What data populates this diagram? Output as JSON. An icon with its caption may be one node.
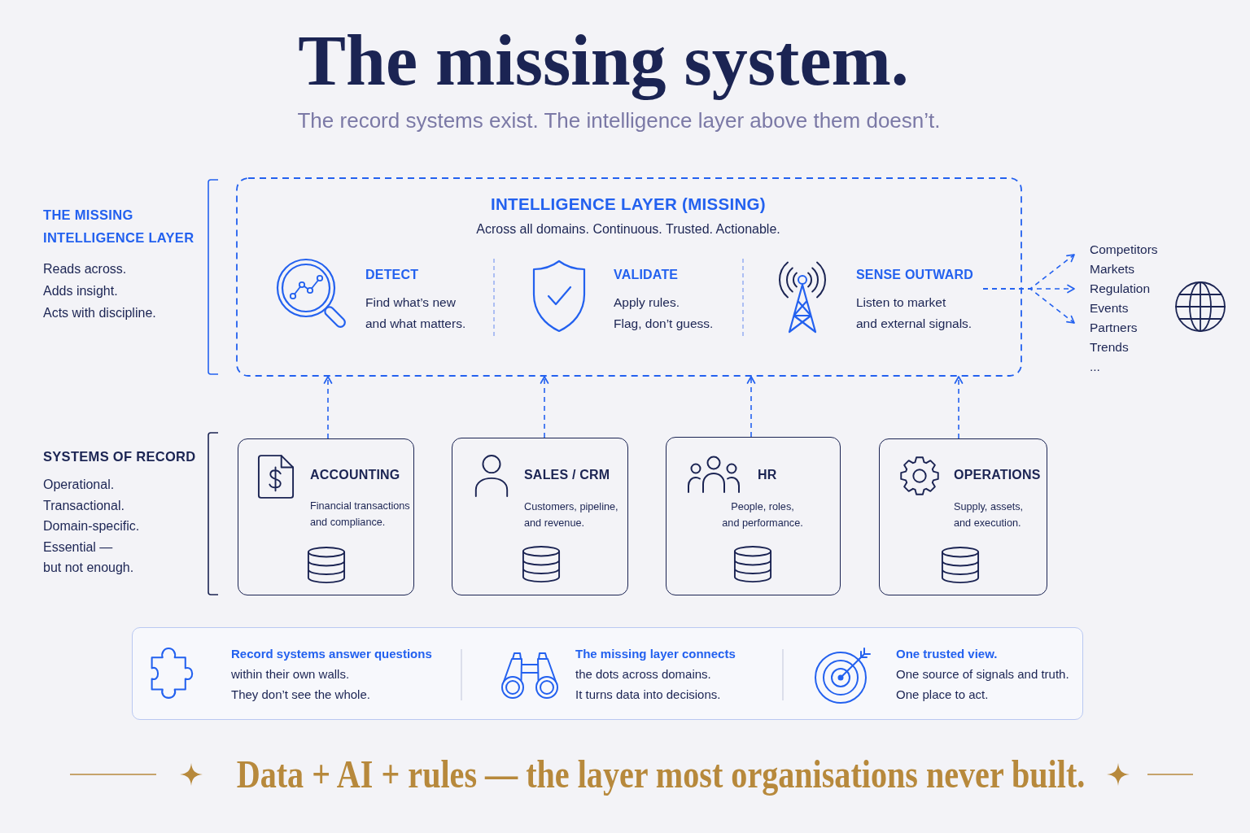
{
  "diagram": {
    "title": "The missing system.",
    "caption": "Data + AI + rules — the layer most organisations never built.",
    "nodes": [
      {
        "text": [
          "INTELLIGENCE LAYER (MISSING)",
          "Across all domains. Continuous. Trusted. Actionable."
        ]
      },
      {
        "text": [
          "DETECT",
          "Find what’s new and what matters."
        ],
        "in": 0
      },
      {
        "text": [
          "VALIDATE",
          "Apply rules. Flag, don’t guess."
        ],
        "in": 0
      },
      {
        "text": [
          "SENSE OUTWARD",
          "Listen to market and external signals."
        ],
        "in": 0
      },
      {
        "text": [
          "Competitors",
          "Markets",
          "Regulation",
          "Events",
          "Partners",
          "Trends",
          "..."
        ]
      },
      {
        "text": [
          "ACCOUNTING",
          "Financial transactions and compliance."
        ]
      },
      {
        "text": [
          "SALES / CRM",
          "Customers, pipeline, and revenue."
        ]
      },
      {
        "text": [
          "HR",
          "People, roles, and performance."
        ]
      },
      {
        "text": [
          "OPERATIONS",
          "Supply, assets, and execution."
        ]
      },
      {
        "text": [
          "Record systems answer questions",
          "within their own walls. They don’t see the whole.",
          "The missing layer connects",
          "the dots across domains. It turns data into decisions.",
          "One trusted view.",
          "One source of signals and truth. One place to act."
        ]
      }
    ],
    "edges": [
      {
        "from": 3,
        "to": 4,
        "arrow": "to",
        "style": "dashed"
      },
      {
        "from": 3,
        "to": 4,
        "arrow": "to",
        "style": "dashed"
      },
      {
        "from": 3,
        "to": 4,
        "arrow": "to",
        "style": "dashed"
      },
      {
        "from": 5,
        "to": 0,
        "arrow": "to",
        "style": "dashed"
      },
      {
        "from": 6,
        "to": 0,
        "arrow": "to",
        "style": "dashed"
      },
      {
        "from": 7,
        "to": 0,
        "arrow": "to",
        "style": "dashed"
      },
      {
        "from": 8,
        "to": 0,
        "arrow": "to",
        "style": "dashed"
      }
    ],
    "labels": [
      "The record systems exist. The intelligence layer above them doesn’t.",
      "THE MISSING INTELLIGENCE LAYER",
      "Reads across. Adds insight. Acts with discipline.",
      "SYSTEMS OF RECORD",
      "Operational. Transactional. Domain-specific. Essential — but not enough."
    ]
  }
}
